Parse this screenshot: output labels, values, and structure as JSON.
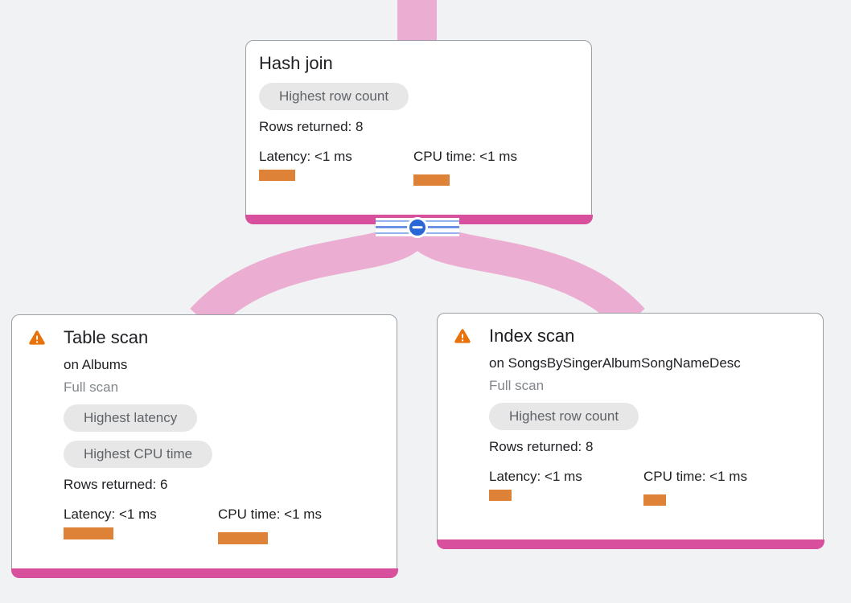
{
  "page": {
    "background": "#f0f2f4",
    "view": "query-execution-plan-graph"
  },
  "colors": {
    "edge_pink": "#ecadd2",
    "node_accent_strip": "#d84f9d",
    "metric_bar_orange": "#dd8236",
    "warning_orange": "#e8710a",
    "collapse_blue": "#2b66d6",
    "badge_bg": "#e7e7e7",
    "badge_text": "#5f6368"
  },
  "collapse_control": {
    "icon": "minus-icon",
    "state": "expanded"
  },
  "nodes": [
    {
      "title": "Hash join",
      "badges": [
        "Highest row count"
      ],
      "rows_returned": "Rows returned: 8",
      "latency_label": "Latency: <1 ms",
      "cpu_label": "CPU time: <1 ms"
    },
    {
      "title": "Table scan",
      "subtitle": "on Albums",
      "scan_type": "Full scan",
      "badges": [
        "Highest latency",
        "Highest CPU time"
      ],
      "rows_returned": "Rows returned: 6",
      "latency_label": "Latency: <1 ms",
      "cpu_label": "CPU time: <1 ms"
    },
    {
      "title": "Index scan",
      "subtitle": "on SongsBySingerAlbumSongNameDesc",
      "scan_type": "Full scan",
      "badges": [
        "Highest row count"
      ],
      "rows_returned": "Rows returned: 8",
      "latency_label": "Latency: <1 ms",
      "cpu_label": "CPU time: <1 ms"
    }
  ]
}
